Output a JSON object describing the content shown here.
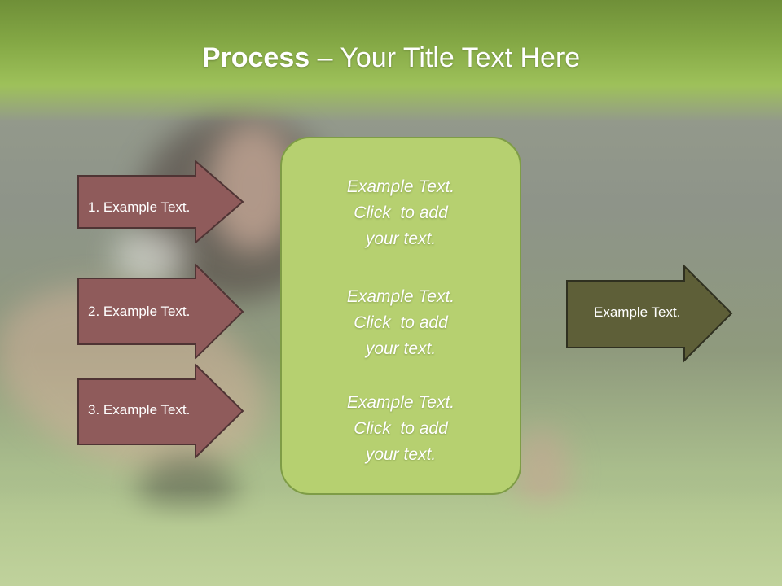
{
  "title": {
    "bold": "Process",
    "rest": " – Your Title Text Here"
  },
  "left_steps": [
    {
      "label": "1. Example Text."
    },
    {
      "label": "2. Example Text."
    },
    {
      "label": "3. Example Text."
    }
  ],
  "center_items": [
    {
      "line1": "Example Text.",
      "line2": "Click  to add",
      "line3": "your text."
    },
    {
      "line1": "Example Text.",
      "line2": "Click  to add",
      "line3": "your text."
    },
    {
      "line1": "Example Text.",
      "line2": "Click  to add",
      "line3": "your text."
    }
  ],
  "output": {
    "label": "Example Text."
  },
  "colors": {
    "header_green": "#84a845",
    "step_arrow_fill": "#8f5b5b",
    "center_box_fill": "#b6d070",
    "output_arrow_fill": "#5e5f38"
  }
}
